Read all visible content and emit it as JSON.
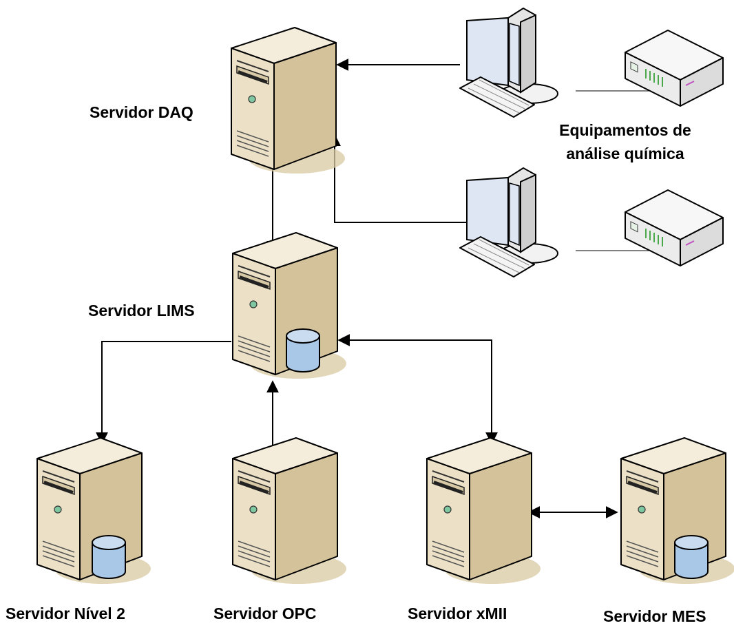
{
  "diagram": {
    "nodes": {
      "daq": {
        "label": "Servidor DAQ",
        "icon": "server-icon",
        "has_database": false
      },
      "lims": {
        "label": "Servidor LIMS",
        "icon": "server-icon",
        "has_database": true
      },
      "nivel2": {
        "label": "Servidor Nível 2",
        "icon": "server-icon",
        "has_database": true
      },
      "opc": {
        "label": "Servidor OPC",
        "icon": "server-icon",
        "has_database": false
      },
      "xmii": {
        "label": "Servidor xMII",
        "icon": "server-icon",
        "has_database": false
      },
      "mes": {
        "label": "Servidor MES",
        "icon": "server-icon",
        "has_database": true
      },
      "equipment": {
        "label_line1": "Equipamentos de",
        "label_line2": "análise química",
        "workstations": [
          {
            "icon": "workstation-icon",
            "peripheral_icon": "analyzer-device-icon"
          },
          {
            "icon": "workstation-icon",
            "peripheral_icon": "analyzer-device-icon"
          }
        ]
      }
    },
    "edges": [
      {
        "from": "workstation-1",
        "to": "daq",
        "direction": "one-way"
      },
      {
        "from": "workstation-2",
        "to": "daq",
        "direction": "one-way"
      },
      {
        "from": "daq",
        "to": "lims",
        "direction": "one-way"
      },
      {
        "from": "lims",
        "to": "nivel2",
        "direction": "one-way"
      },
      {
        "from": "opc",
        "to": "lims",
        "direction": "one-way"
      },
      {
        "from": "lims",
        "to": "xmii",
        "direction": "two-way"
      },
      {
        "from": "xmii",
        "to": "mes",
        "direction": "two-way"
      }
    ],
    "colors": {
      "server_body": "#e8dcc0",
      "server_side": "#cbb98f",
      "server_front": "#f2ead6",
      "server_shadow": "#d9c9a3",
      "database": "#a9c8e8",
      "monitor_screen": "#dde6f2",
      "device_light": "#6fbf6f",
      "line": "#000000"
    }
  }
}
